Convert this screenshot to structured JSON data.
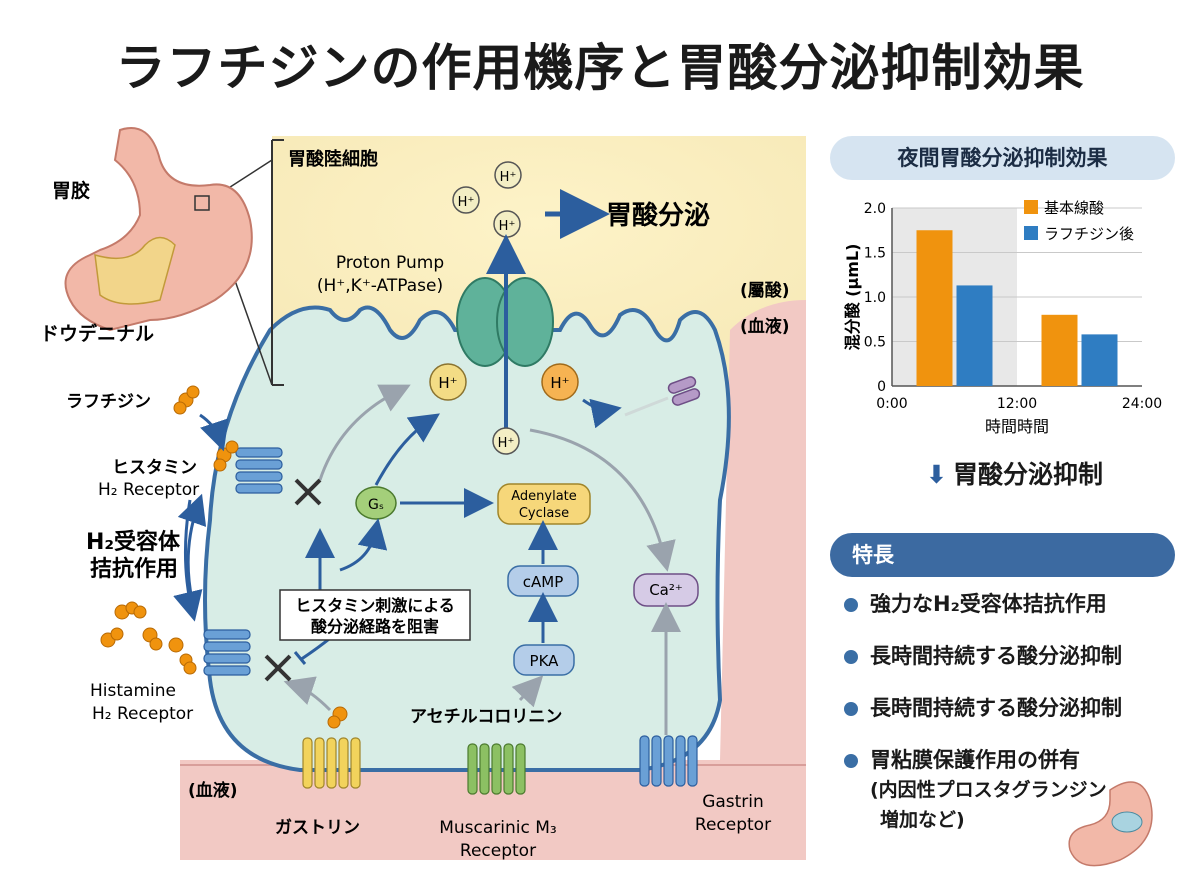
{
  "title": "ラフチジンの作用機序と胃酸分泌抑制効果",
  "stomach": {
    "label_stomach": "胃胶",
    "label_duodenum": "ドウデニナル"
  },
  "cell": {
    "label": "胃酸陸細胞",
    "lumen": "(屬酸)",
    "blood_top": "(血液)",
    "blood_bottom": "(血液)",
    "acid_secretion": "胃酸分泌",
    "proton_pump_1": "Proton Pump",
    "proton_pump_2": "(H⁺,K⁺-ATPase)",
    "h_ion": "H⁺",
    "gs": "Gₛ",
    "adenylate_1": "Adenylate",
    "adenylate_2": "Cyclase",
    "camp": "cAMP",
    "pka": "PKA",
    "ca": "Ca²⁺",
    "block_1": "ヒスタミン刺激による",
    "block_2": "酸分泌経路を阻害"
  },
  "left": {
    "lafutidine": "ラフチジン",
    "histamine_jp": "ヒスタミン",
    "h2_receptor": "H₂ Receptor",
    "antag_1": "H₂受容体",
    "antag_2": "拮抗作用",
    "histamine_en": "Histamine",
    "h2_receptor2": "H₂ Receptor"
  },
  "bottom": {
    "acetylcholine": "アセチルコロリニン",
    "gastrin": "ガストリン",
    "muscarinic_1": "Muscarinic M₃",
    "muscarinic_2": "Receptor",
    "gastrin_rec_1": "Gastrin",
    "gastrin_rec_2": "Receptor"
  },
  "right": {
    "chart_title": "夜間胃酸分泌抑制効果",
    "suppress": "胃酸分泌抑制",
    "features_title": "特長",
    "features": [
      "強力なH₂受容体拮抗作用",
      "長時間持続する酸分泌抑制",
      "長時間持続する酸分泌抑制",
      "胃粘膜保護作用の併有"
    ],
    "feature_sub": "(内因性プロスタグランジン",
    "feature_sub2": "増加など)"
  },
  "colors": {
    "orange": "#f0930e",
    "blue": "#2f7dc2",
    "cell": "#d8ede6",
    "blood": "#f1c7c4",
    "lumen": "#fbefc4",
    "arrow": "#2c5e9e"
  },
  "chart_data": {
    "type": "bar",
    "ylabel": "混分酸 (μmL)",
    "xlabel": "時間時間",
    "ylim": [
      0,
      2.0
    ],
    "yticks": [
      "0",
      "0.5",
      "1.0",
      "1.5",
      "2.0"
    ],
    "xticks": [
      "0:00",
      "12:00",
      "24:00"
    ],
    "categories": [
      "0:00-12:00",
      "12:00-24:00"
    ],
    "series": [
      {
        "name": "基本線酸",
        "color": "#f0930e",
        "values": [
          1.75,
          0.8
        ]
      },
      {
        "name": "ラフチジン後",
        "color": "#2f7dc2",
        "values": [
          1.13,
          0.58
        ]
      }
    ]
  }
}
